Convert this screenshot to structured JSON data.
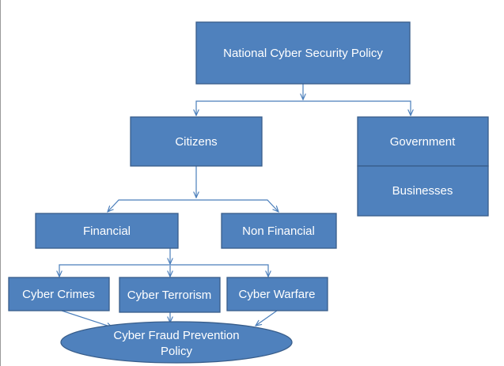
{
  "diagram": {
    "colors": {
      "box_fill": "#4f81bd",
      "box_stroke": "#385d8a",
      "connector": "#4a7ebb",
      "text": "#ffffff"
    },
    "nodes": {
      "national_policy": "National Cyber Security Policy",
      "citizens": "Citizens",
      "government": "Government",
      "businesses": "Businesses",
      "financial": "Financial",
      "non_financial": "Non Financial",
      "cyber_crimes": "Cyber Crimes",
      "cyber_terrorism": "Cyber Terrorism",
      "cyber_warfare": "Cyber Warfare",
      "fraud_policy_line1": "Cyber Fraud Prevention",
      "fraud_policy_line2": "Policy"
    }
  }
}
